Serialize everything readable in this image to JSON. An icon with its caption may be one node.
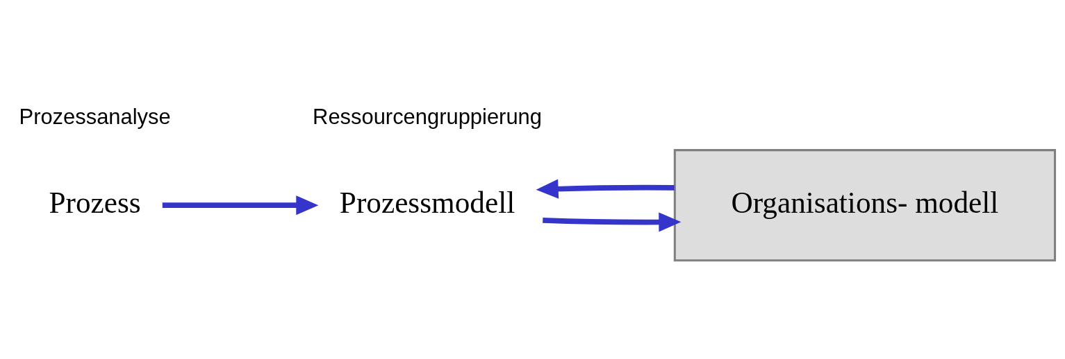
{
  "diagram": {
    "nodes": [
      {
        "text": [
          "Prozess"
        ]
      },
      {
        "text": [
          "Prozessmodell"
        ]
      },
      {
        "text": [
          "Organisations- modell"
        ]
      }
    ],
    "edges": [
      {
        "from": 0,
        "to": 1,
        "arrow": "to"
      },
      {
        "from": 1,
        "to": 2,
        "arrow": "to"
      },
      {
        "from": 2,
        "to": 1,
        "arrow": "to"
      }
    ],
    "labels": [
      "Prozessanalyse",
      "Ressourcengruppierung"
    ]
  }
}
